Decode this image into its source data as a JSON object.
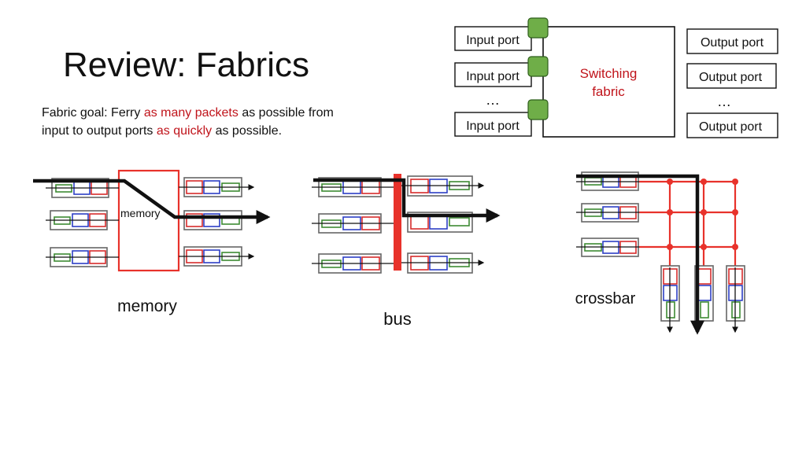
{
  "slide": {
    "title": "Review: Fabrics",
    "goal": {
      "t1": "Fabric goal: Ferry ",
      "h1": "as many packets",
      "t2": " as possible from",
      "t3": "input to output ports ",
      "h2": "as quickly",
      "t4": " as possible."
    }
  },
  "router": {
    "input_ports": [
      "Input port",
      "Input port",
      "Input port"
    ],
    "output_ports": [
      "Output port",
      "Output port",
      "Output port"
    ],
    "ellipsis": "…",
    "fabric_line1": "Switching",
    "fabric_line2": "fabric"
  },
  "memory_diagram": {
    "inner_label": "memory",
    "caption": "memory"
  },
  "bus_diagram": {
    "caption": "bus"
  },
  "crossbar_diagram": {
    "caption": "crossbar"
  },
  "colors": {
    "accent_red": "#c0141b",
    "fabric_red": "#e8322b",
    "port_green": "#6fae48",
    "queue_green": "#3d8a33",
    "queue_blue": "#2d3fc4",
    "queue_red": "#d62c2c",
    "queue_border": "#666666"
  }
}
